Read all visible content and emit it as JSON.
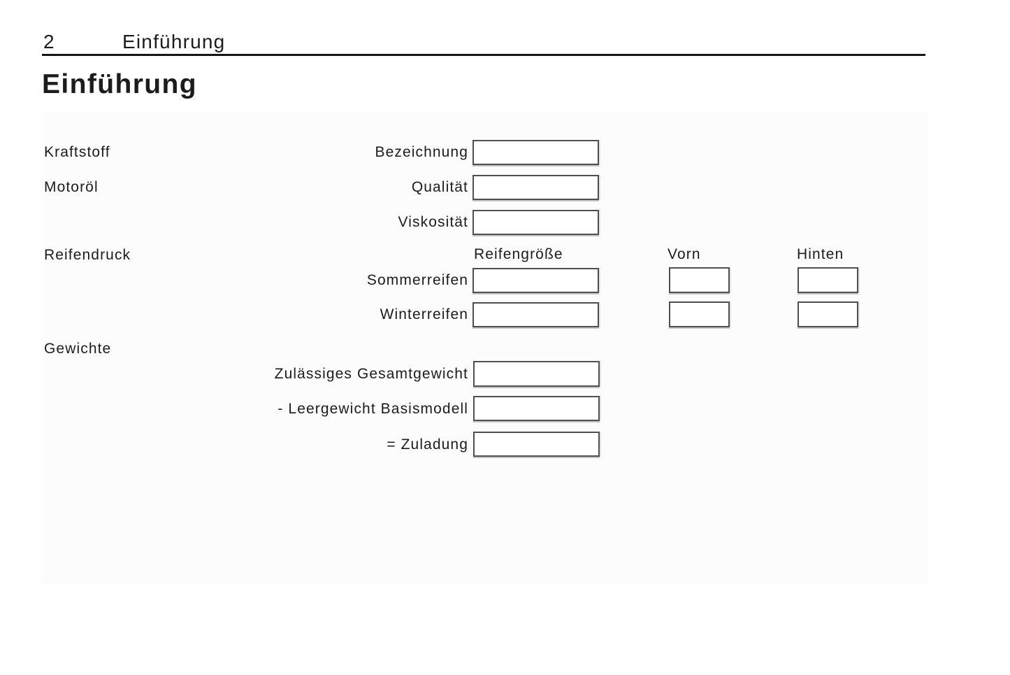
{
  "header": {
    "page_number": "2",
    "running_title": "Einführung"
  },
  "title": "Einführung",
  "form": {
    "sections": {
      "fuel": {
        "label": "Kraftstoff"
      },
      "oil": {
        "label": "Motoröl"
      },
      "tire_pressure": {
        "label": "Reifendruck"
      },
      "weights": {
        "label": "Gewichte"
      }
    },
    "tire_columns": {
      "size": "Reifengröße",
      "front": "Vorn",
      "rear": "Hinten"
    },
    "fields": {
      "bezeichnung": {
        "label": "Bezeichnung",
        "value": ""
      },
      "qualitaet": {
        "label": "Qualität",
        "value": ""
      },
      "viskositaet": {
        "label": "Viskosität",
        "value": ""
      },
      "sommerreifen": {
        "label": "Sommerreifen",
        "size": "",
        "front": "",
        "rear": ""
      },
      "winterreifen": {
        "label": "Winterreifen",
        "size": "",
        "front": "",
        "rear": ""
      },
      "gesamtgewicht": {
        "label": "Zulässiges Gesamtgewicht",
        "value": ""
      },
      "leergewicht": {
        "label": "- Leergewicht Basismodell",
        "value": ""
      },
      "zuladung": {
        "label": "= Zuladung",
        "value": ""
      }
    }
  },
  "colors": {
    "text": "#1c1c1c",
    "panel_background": "#fcfcfc",
    "box_border": "#4f4f4f",
    "header_rule": "#161616"
  }
}
